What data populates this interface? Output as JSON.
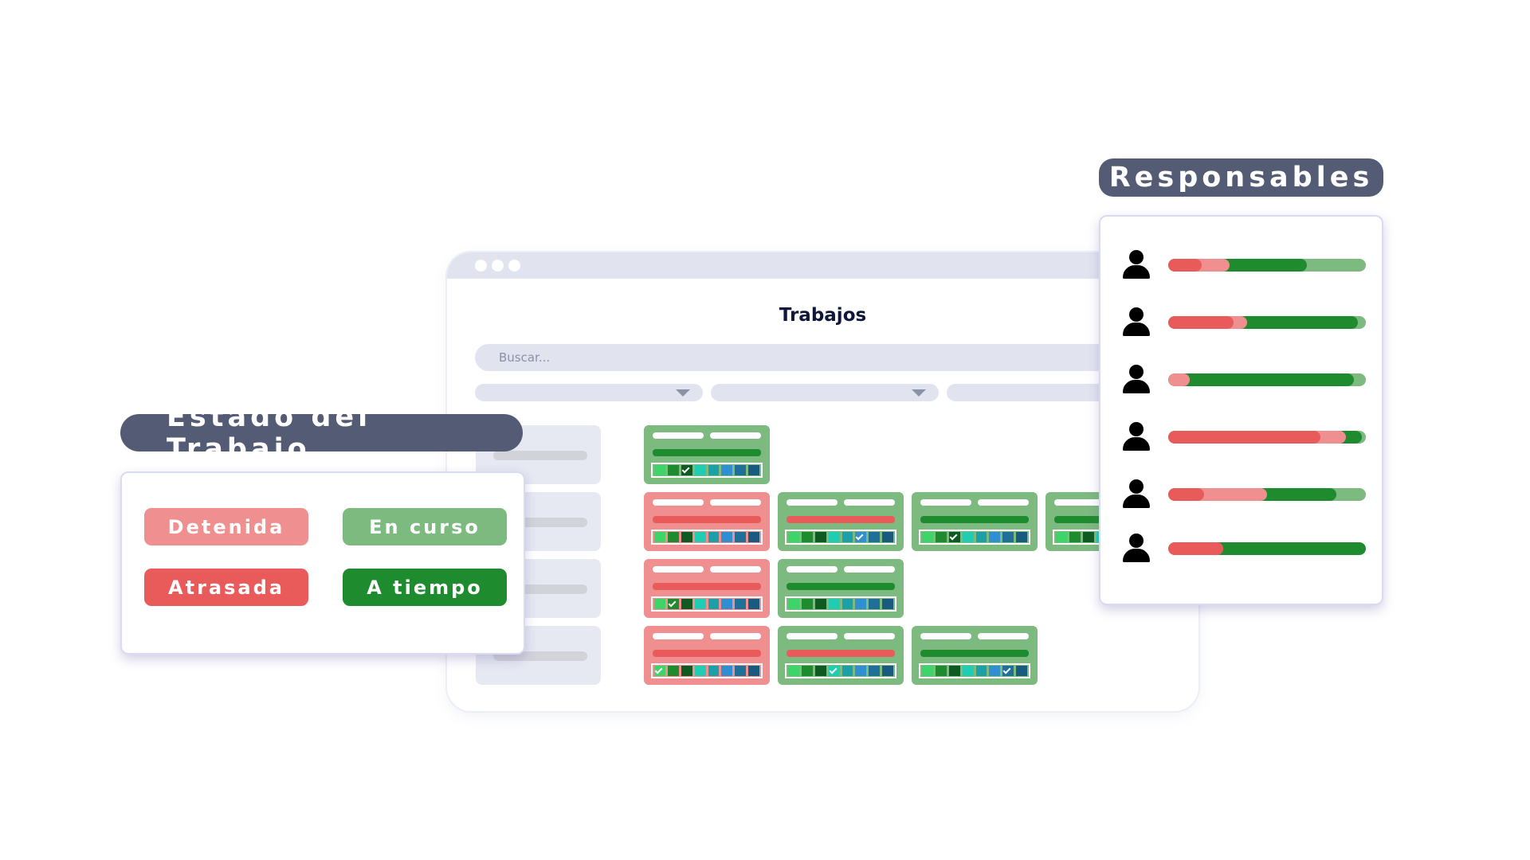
{
  "window": {
    "title": "Trabajos"
  },
  "search": {
    "placeholder": "Buscar..."
  },
  "colors": {
    "detenida": "#ef8f8f",
    "atrasada": "#e95b5b",
    "en_curso": "#7cba80",
    "a_tiempo": "#1e8c2e",
    "header": "#545b75",
    "squares": [
      "#3fd46a",
      "#1e8c2e",
      "#0f5a22",
      "#20ccb2",
      "#1d9fa8",
      "#2f8fd0",
      "#1f6f98",
      "#185b7e"
    ]
  },
  "estado": {
    "title": "Estado del Trabajo",
    "items": [
      {
        "label": "Detenida",
        "color": "#ef8f8f"
      },
      {
        "label": "En curso",
        "color": "#7cba80"
      },
      {
        "label": "Atrasada",
        "color": "#e95b5b"
      },
      {
        "label": "A tiempo",
        "color": "#1e8c2e"
      }
    ]
  },
  "responsables": {
    "title": "Responsables",
    "people": [
      {
        "icon": "person-icon",
        "detenida": 0.17,
        "atrasada": 0.31,
        "a_tiempo": 0.7,
        "en_curso": 1.0
      },
      {
        "icon": "person-icon",
        "detenida": 0.33,
        "atrasada": 0.4,
        "a_tiempo": 0.96,
        "en_curso": 1.0
      },
      {
        "icon": "person-icon",
        "detenida": 0.0,
        "atrasada": 0.11,
        "a_tiempo": 0.94,
        "en_curso": 1.0
      },
      {
        "icon": "person-icon",
        "detenida": 0.77,
        "atrasada": 0.9,
        "a_tiempo": 0.98,
        "en_curso": 1.0
      },
      {
        "icon": "person-icon",
        "detenida": 0.18,
        "atrasada": 0.5,
        "a_tiempo": 0.85,
        "en_curso": 1.0
      },
      {
        "icon": "person-icon",
        "detenida": 0.28,
        "atrasada": 0.28,
        "a_tiempo": 1.0,
        "en_curso": 1.0
      }
    ]
  },
  "jobs": {
    "rows": [
      [
        {
          "status": "ok",
          "mid": "g",
          "check": 2
        }
      ],
      [
        {
          "status": "late",
          "mid": "r",
          "check": -1
        },
        {
          "status": "ok",
          "mid": "r",
          "check": 5
        },
        {
          "status": "ok",
          "mid": "g",
          "check": 2
        },
        {
          "status": "ok",
          "mid": "g",
          "check": -1
        }
      ],
      [
        {
          "status": "late",
          "mid": "r",
          "check": 1
        },
        {
          "status": "ok",
          "mid": "g",
          "check": -1
        }
      ],
      [
        {
          "status": "late",
          "mid": "r",
          "check": 0
        },
        {
          "status": "ok",
          "mid": "r",
          "check": 3
        },
        {
          "status": "ok",
          "mid": "g",
          "check": 6
        }
      ]
    ]
  }
}
